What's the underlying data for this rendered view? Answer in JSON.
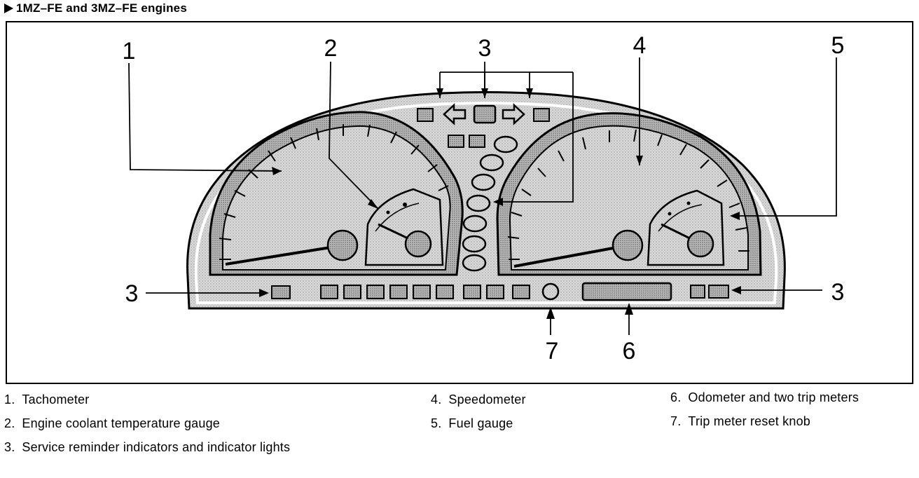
{
  "heading": "1MZ–FE and 3MZ–FE engines",
  "callouts": {
    "c1": "1",
    "c2": "2",
    "c3_top": "3",
    "c4": "4",
    "c5": "5",
    "c3_left": "3",
    "c3_right": "3",
    "c7": "7",
    "c6": "6"
  },
  "legend": [
    {
      "num": "1.",
      "text": "Tachometer"
    },
    {
      "num": "2.",
      "text": "Engine coolant temperature gauge"
    },
    {
      "num": "3.",
      "text": "Service reminder indicators and indicator lights"
    },
    {
      "num": "4.",
      "text": "Speedometer"
    },
    {
      "num": "5.",
      "text": "Fuel gauge"
    },
    {
      "num": "6.",
      "text": "Odometer and two trip meters"
    },
    {
      "num": "7.",
      "text": "Trip meter reset knob"
    }
  ]
}
